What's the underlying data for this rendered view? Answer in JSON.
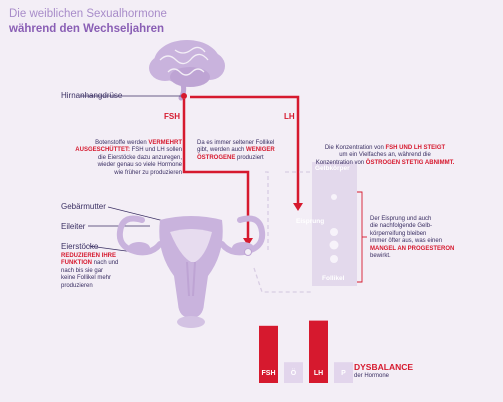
{
  "title": {
    "line1": "Die weiblichen Sexualhormone",
    "line2": "während den Wechseljahren"
  },
  "labels": {
    "hirnanhangdruese": "Hirnanhangdrüse",
    "fsh": "FSH",
    "lh": "LH",
    "gebaermutter": "Gebärmutter",
    "eileiter": "Eileiter",
    "eierstoecke": "Eierstöcke"
  },
  "texts": {
    "boten": {
      "p1": "Botenstoffe werden ",
      "r1": "VERMEHRT",
      "r2": "AUSGESCHÜTTET:",
      "p2": " FSH und LH sollen",
      "p3": "die Eierstöcke dazu anzuregen,",
      "p4": "wieder genau so viele Hormone",
      "p5": "wie früher zu produzieren"
    },
    "follikel": {
      "p1": "Da es immer seltener Follikel",
      "p2": "gibt, werden auch ",
      "r1": "WENIGER",
      "r2": "ÖSTROGENE",
      "p3": " produziert"
    },
    "konzentration": {
      "p1": "Die Konzentration von ",
      "r1": "FSH UND LH STEIGT",
      "p2": "um ein Vielfaches an, während die",
      "p3": "Konzentration von ",
      "r2": "ÖSTROGEN STETIG ABNIMMT."
    },
    "eisprung": {
      "p1": "Der Eisprung und auch",
      "p2": "die nachfolgende Gelb-",
      "p3": "körperreifung bleiben",
      "p4": "immer öfter aus, was einen",
      "r1": "MANGEL AN PROGESTERON",
      "p5": "bewirkt."
    },
    "eierstoecke": {
      "r1": "REDUZIEREN IHRE",
      "r2": "FUNKTION",
      "p1": " nach und",
      "p2": "nach bis sie gar",
      "p3": "keine Follikel mehr",
      "p4": "produzieren"
    }
  },
  "cycle_box": {
    "gelbkoerper": "Gelbkörper",
    "eisprung": "Eisprung",
    "follikel": "Follikel"
  },
  "chart_data": {
    "type": "bar",
    "categories": [
      "FSH",
      "Ö",
      "LH",
      "P"
    ],
    "values": [
      44,
      16,
      48,
      16
    ],
    "colors": [
      "#d6192e",
      "#e2d5ec",
      "#d6192e",
      "#e2d5ec"
    ],
    "title": "DYSBALANCE",
    "subtitle": "der Hormone"
  },
  "colors": {
    "accent": "#d6192e",
    "purple": "#c9b3dd",
    "dark": "#3a2f63"
  }
}
